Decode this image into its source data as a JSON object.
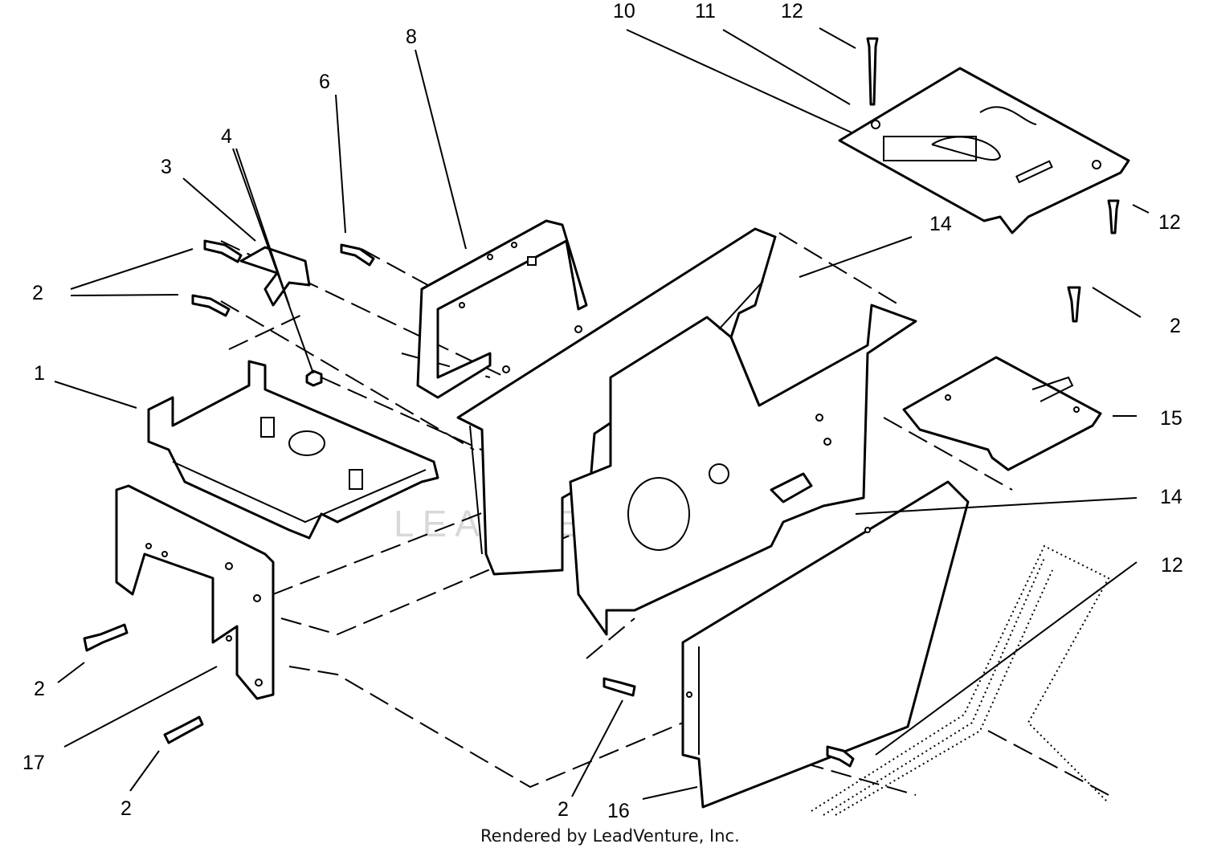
{
  "callouts": {
    "c1": "1",
    "c2a": "2",
    "c2b": "2",
    "c2c": "2",
    "c2d": "2",
    "c2e": "2",
    "c3": "3",
    "c4": "4",
    "c6": "6",
    "c8": "8",
    "c10": "10",
    "c11": "11",
    "c12a": "12",
    "c12b": "12",
    "c12c": "12",
    "c14a": "14",
    "c14b": "14",
    "c15": "15",
    "c16": "16",
    "c17": "17"
  },
  "watermark": "LEADVENTURE",
  "credit": "Rendered by LeadVenture, Inc."
}
